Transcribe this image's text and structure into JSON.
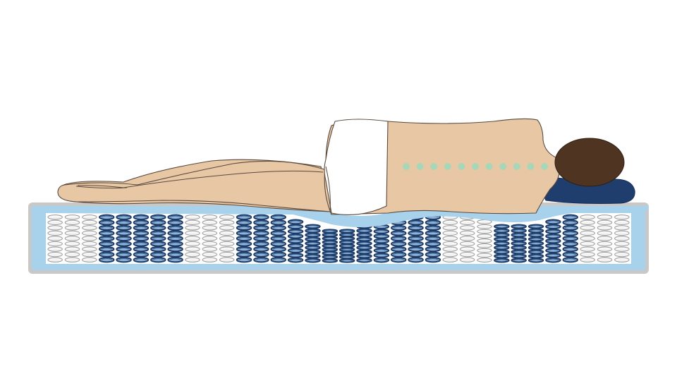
{
  "colors": {
    "background": "#ffffff",
    "mattress_frame": "#c8c8c8",
    "mattress_foam": "#a8d2ec",
    "coil_zone_base": "#ffffff",
    "coil_light": "#d6d6d6",
    "coil_light_stroke": "#9a9a9a",
    "coil_blue": "#3d6a9c",
    "coil_blue_dark": "#1d3b66",
    "coil_blue_light": "#8fb2d6",
    "skin": "#e8c7a5",
    "skin_outline": "#5a4a3e",
    "underwear": "#ffffff",
    "hair": "#4e3421",
    "pillow": "#1f3e6e",
    "spine_dots": "#a7d7b9"
  },
  "icons": {
    "person": "side-sleeping-person-icon",
    "pillow": "pillow-icon",
    "mattress": "mattress-cross-section-icon",
    "spring": "pocket-spring-icon",
    "spine": "spine-alignment-icon"
  },
  "mattress": {
    "spring_columns": [
      {
        "zone": "firm",
        "depth": 0
      },
      {
        "zone": "firm",
        "depth": 0
      },
      {
        "zone": "firm",
        "depth": 0
      },
      {
        "zone": "soft",
        "depth": 0
      },
      {
        "zone": "soft",
        "depth": 0
      },
      {
        "zone": "soft",
        "depth": 0
      },
      {
        "zone": "soft",
        "depth": 0
      },
      {
        "zone": "soft",
        "depth": 0
      },
      {
        "zone": "firm",
        "depth": 0
      },
      {
        "zone": "firm",
        "depth": 0
      },
      {
        "zone": "firm",
        "depth": 0
      },
      {
        "zone": "soft",
        "depth": 0
      },
      {
        "zone": "soft",
        "depth": 0
      },
      {
        "zone": "soft",
        "depth": 0
      },
      {
        "zone": "soft",
        "depth": 1
      },
      {
        "zone": "soft",
        "depth": 2
      },
      {
        "zone": "soft",
        "depth": 3
      },
      {
        "zone": "soft",
        "depth": 3
      },
      {
        "zone": "soft",
        "depth": 2
      },
      {
        "zone": "soft",
        "depth": 1
      },
      {
        "zone": "soft",
        "depth": 0
      },
      {
        "zone": "soft",
        "depth": 0
      },
      {
        "zone": "soft",
        "depth": 0
      },
      {
        "zone": "firm",
        "depth": 0
      },
      {
        "zone": "firm",
        "depth": 0
      },
      {
        "zone": "firm",
        "depth": 1
      },
      {
        "zone": "soft",
        "depth": 2
      },
      {
        "zone": "soft",
        "depth": 2
      },
      {
        "zone": "soft",
        "depth": 2
      },
      {
        "zone": "soft",
        "depth": 1
      },
      {
        "zone": "soft",
        "depth": 0
      },
      {
        "zone": "firm",
        "depth": 0
      },
      {
        "zone": "firm",
        "depth": 0
      },
      {
        "zone": "firm",
        "depth": 0
      }
    ]
  },
  "spine": {
    "dot_count": 11
  }
}
